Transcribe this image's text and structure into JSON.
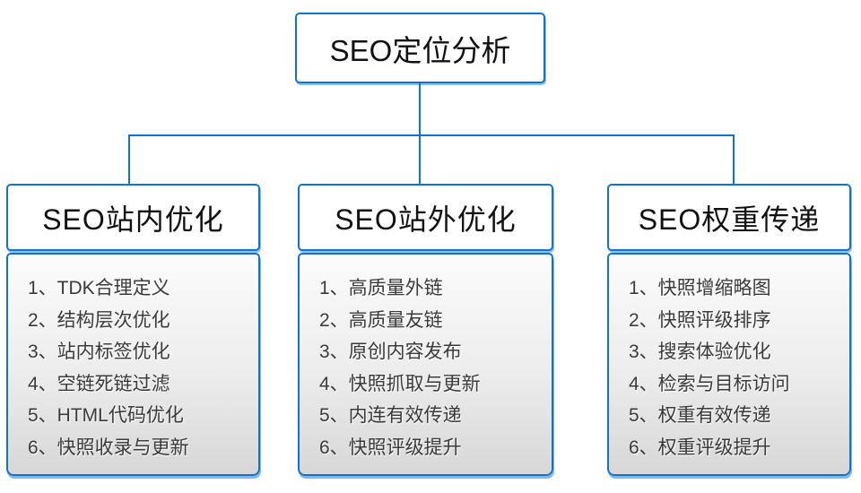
{
  "diagram_title": "SEO定位分析",
  "colors": {
    "border_blue": "#1272cc",
    "list_bg_top": "#fcfcfc",
    "list_bg_bottom": "#d7d7d7",
    "item_text": "#3a3a3a"
  },
  "root": {
    "title": "SEO定位分析"
  },
  "columns": [
    {
      "title": "SEO站内优化",
      "items": [
        "1、TDK合理定义",
        "2、结构层次优化",
        "3、站内标签优化",
        "4、空链死链过滤",
        "5、HTML代码优化",
        "6、快照收录与更新"
      ]
    },
    {
      "title": "SEO站外优化",
      "items": [
        "1、高质量外链",
        "2、高质量友链",
        "3、原创内容发布",
        "4、快照抓取与更新",
        "5、内连有效传递",
        "6、快照评级提升"
      ]
    },
    {
      "title": "SEO权重传递",
      "items": [
        "1、快照增缩略图",
        "2、快照评级排序",
        "3、搜索体验优化",
        "4、检索与目标访问",
        "5、权重有效传递",
        "6、权重评级提升"
      ]
    }
  ]
}
